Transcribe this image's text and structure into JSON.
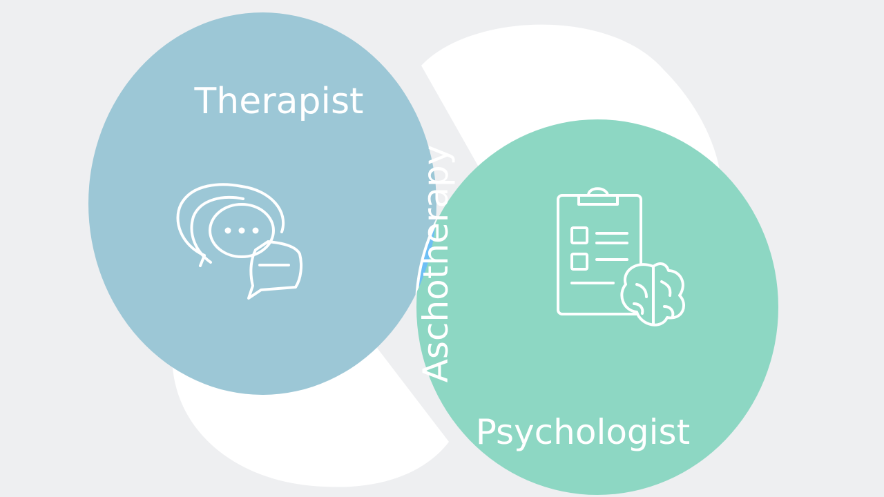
{
  "diagram": {
    "left_label": "Therapist",
    "right_label": "Psychologist",
    "center_label": "Aschotherapy"
  },
  "colors": {
    "background": "#eeeff1",
    "left_circle": "#9cc7d6",
    "right_circle": "#8dd7c3",
    "intersection": "#6ebff5",
    "backdrop_blob": "#ffffff"
  },
  "icons": {
    "left": "speech-bubbles-icon",
    "right": "clipboard-brain-icon"
  }
}
